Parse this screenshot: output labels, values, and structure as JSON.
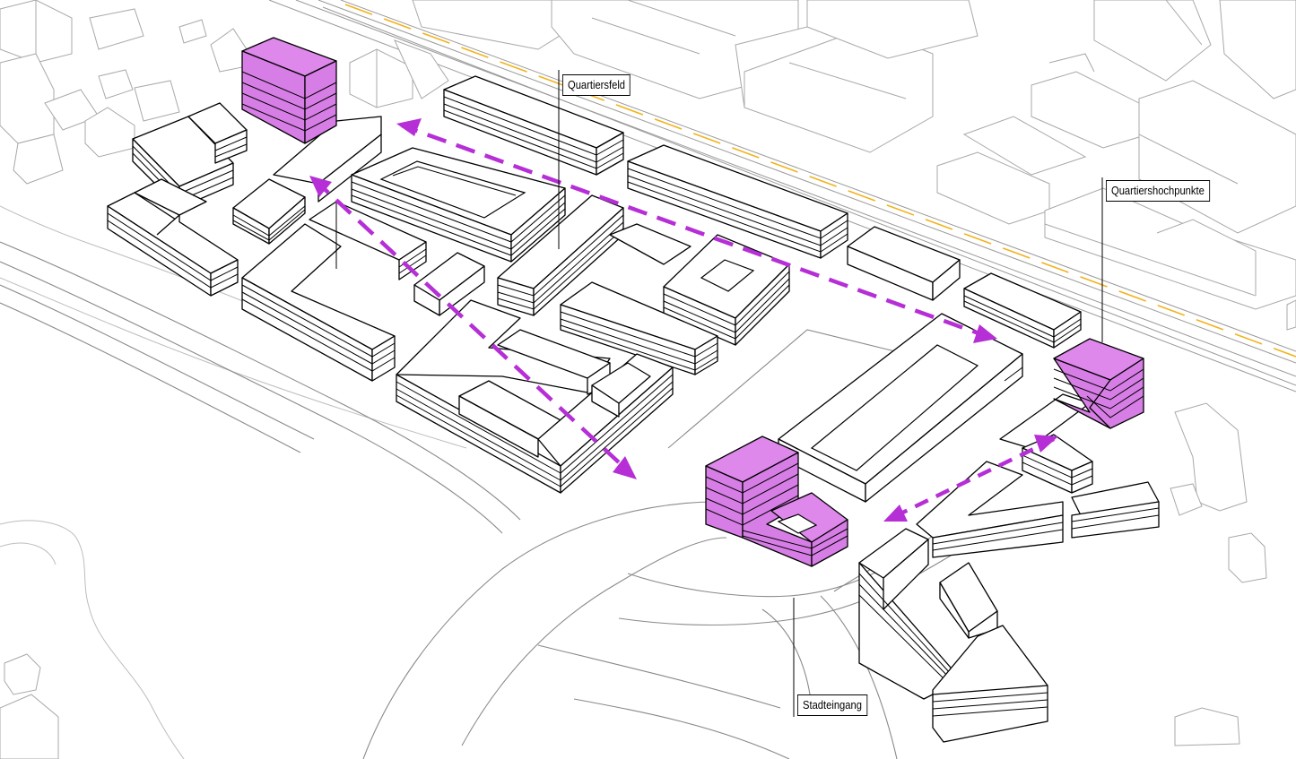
{
  "labels": {
    "quartiersfeld": "Quartiersfeld",
    "quartiershochpunkte": "Quartiershochpunkte",
    "stadteingang": "Stadteingang"
  },
  "colors": {
    "highlight": "#dd88ea",
    "arrow": "#b62fd6",
    "rail_accent": "#f2b21c",
    "context": "#a8a8a8"
  },
  "icons": {
    "arrow_marker": "arrow-head-icon"
  }
}
